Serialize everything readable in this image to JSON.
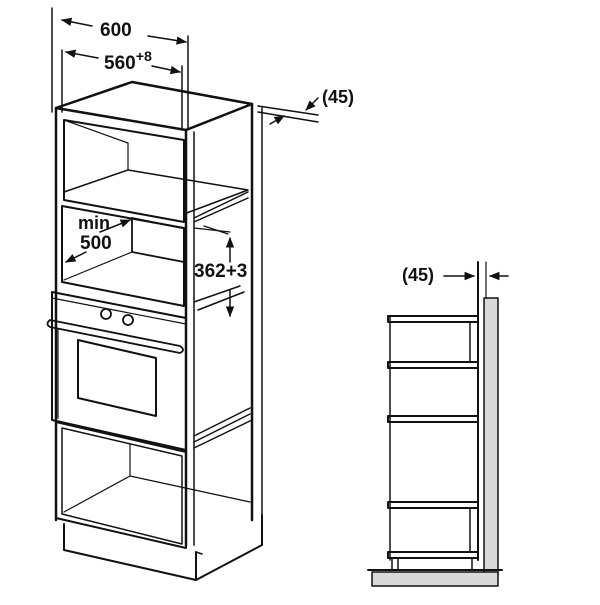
{
  "diagram": {
    "title": "",
    "type": "built-in appliance installation diagram",
    "colors": {
      "line": "#111111",
      "wall_fill": "#d9d9d9",
      "background": "#ffffff"
    },
    "main_view": {
      "dimensions": {
        "cabinet_width": {
          "value": "600"
        },
        "niche_width": {
          "value": "560",
          "tolerance": "+8"
        },
        "rear_gap": {
          "value": "(45)"
        },
        "niche_depth": {
          "prefix": "min",
          "value": "500"
        },
        "niche_height": {
          "value": "362",
          "tolerance": "+3"
        }
      },
      "components": [
        "tall cabinet",
        "top compartment",
        "microwave niche",
        "built-in oven",
        "bottom compartment",
        "plinth"
      ]
    },
    "side_view": {
      "dimensions": {
        "rear_gap": {
          "value": "(45)"
        }
      },
      "components": [
        "shelves",
        "wall",
        "floor"
      ]
    }
  }
}
